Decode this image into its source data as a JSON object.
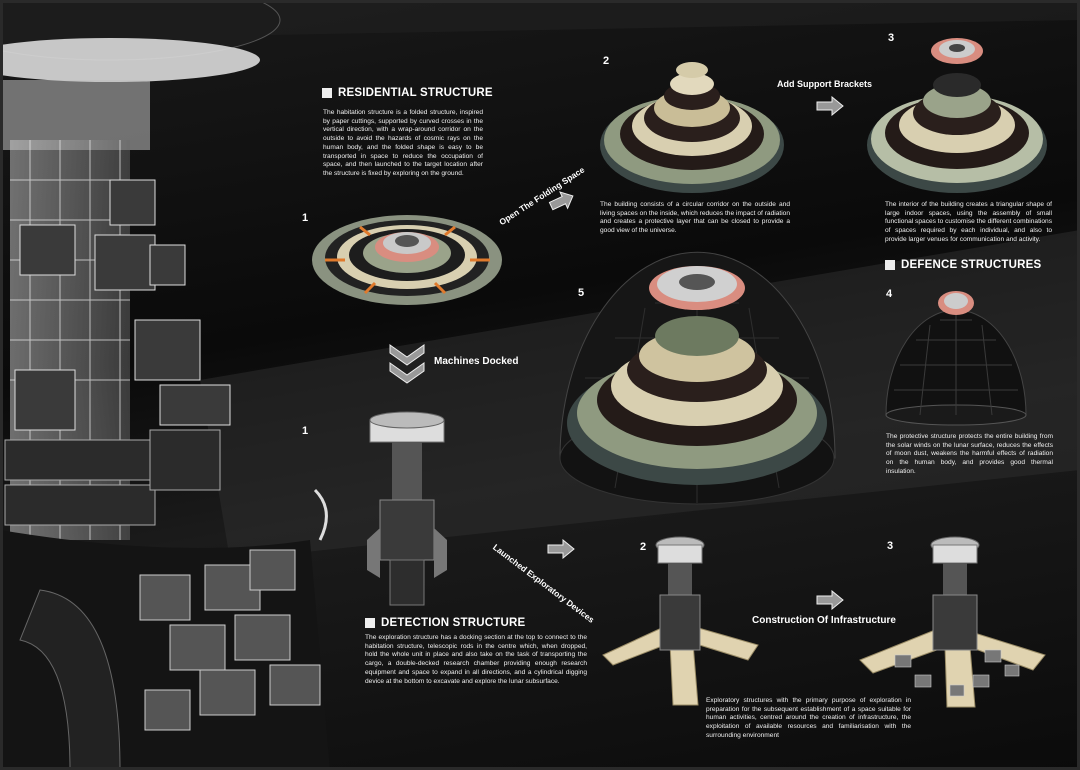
{
  "residential": {
    "title": "RESIDENTIAL STRUCTURE",
    "body": "The habitation structure is a folded structure, inspired by paper cuttings, supported by curved crosses in the vertical direction, with a wrap-around corridor on the outside to avoid the hazards of cosmic rays on the human body, and the folded shape is easy to be transported in space to reduce the occupation of space, and then launched to the target location after the structure is fixed by exploring on the ground."
  },
  "steps_top": {
    "n1": "1",
    "n2": "2",
    "n3": "3",
    "n4": "4",
    "n5": "5",
    "open_label": "Open The Folding Space",
    "brackets_label": "Add Support Brackets",
    "text2": "The building consists of a circular corridor on the outside and living spaces on the inside, which reduces the impact of radiation and creates a protective layer that can be closed to provide a good view of the universe.",
    "text3": "The interior of the building creates a triangular shape of large indoor spaces, using the assembly of small functional spaces to customise the different combinations of spaces required by each individual, and also to provide larger venues for communication and activity."
  },
  "defence": {
    "title": "DEFENCE STRUCTURES",
    "body": "The protective structure protects the entire building from the solar winds on the lunar surface, reduces the effects of moon dust, weakens the harmful effects of radiation on the human body, and provides good thermal insulation."
  },
  "docked_label": "Machines Docked",
  "detection": {
    "n1": "1",
    "n2": "2",
    "n3": "3",
    "title": "DETECTION STRUCTURE",
    "body": "The exploration structure has a docking section at the top to connect to the habitation structure, telescopic rods in the centre which, when dropped, hold the whole unit in place and also take on the task of transporting the cargo, a double-decked research chamber providing enough research equipment and space to expand in all directions, and a cylindrical digging device at the bottom to excavate and explore the lunar subsurface.",
    "launched_label": "Launched Exploratory Devices",
    "construction_label": "Construction Of Infrastructure",
    "bottom_text": "Exploratory structures with the primary purpose of exploration in preparation for the subsequent establishment of a space suitable for human activities, centred around the creation of infrastructure, the exploitation of available resources and familiarisation with the surrounding environment"
  },
  "colors": {
    "ring_sage": "#9aa38a",
    "ring_cream": "#d8cfb0",
    "ring_dark": "#2b2420",
    "accent_pink": "#d98d80",
    "background": "#0d0d0d"
  }
}
